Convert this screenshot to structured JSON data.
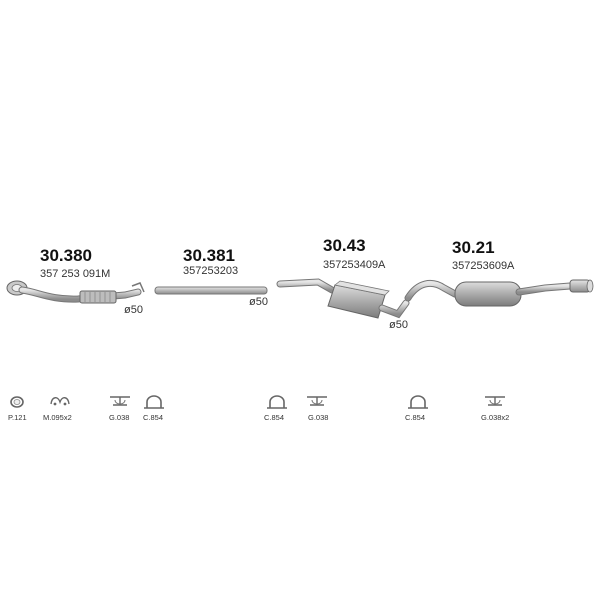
{
  "parts": [
    {
      "part_no": "30.380",
      "oem": "357 253 091M",
      "diameter": "ø50"
    },
    {
      "part_no": "30.381",
      "oem": "357253203",
      "diameter": "ø50"
    },
    {
      "part_no": "30.43",
      "oem": "357253409A",
      "diameter": "ø50"
    },
    {
      "part_no": "30.21",
      "oem": "357253609A"
    }
  ],
  "accessories": [
    {
      "code": "P.121",
      "icon": "gasket-ring-icon"
    },
    {
      "code": "M.095x2",
      "icon": "rubber-mount-icon"
    },
    {
      "code": "G.038",
      "icon": "hanger-bracket-icon"
    },
    {
      "code": "C.854",
      "icon": "pipe-clamp-icon"
    },
    {
      "code": "C.854",
      "icon": "pipe-clamp-icon"
    },
    {
      "code": "G.038",
      "icon": "hanger-bracket-icon"
    },
    {
      "code": "C.854",
      "icon": "pipe-clamp-icon"
    },
    {
      "code": "G.038x2",
      "icon": "hanger-bracket-icon"
    }
  ],
  "colors": {
    "metal_light": "#d4d4d4",
    "metal_mid": "#a9a9a9",
    "metal_dark": "#7a7a7a"
  }
}
